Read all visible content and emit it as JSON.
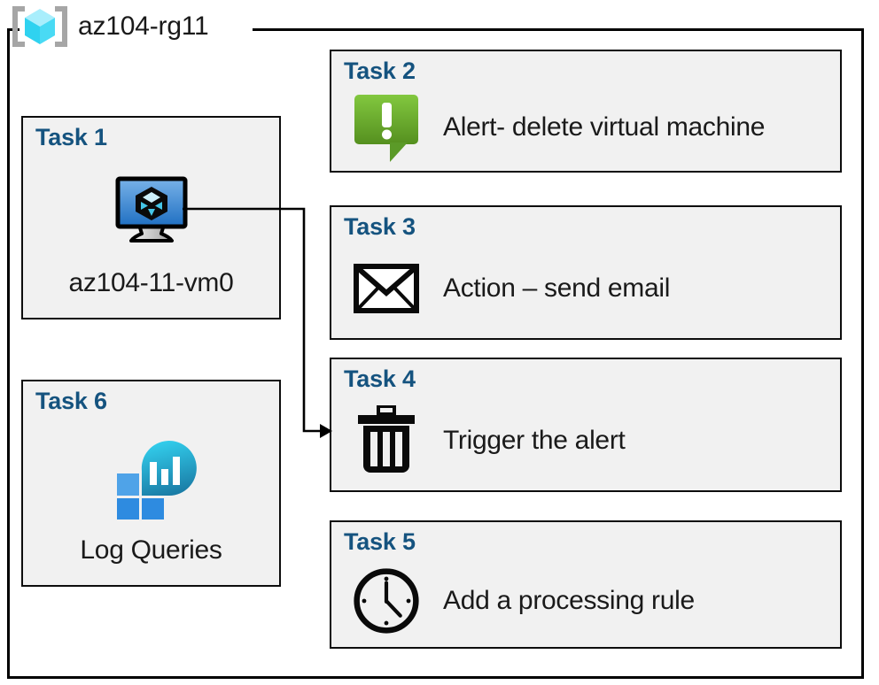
{
  "resource_group": {
    "name": "az104-rg11",
    "icon": "resource-group-cube-icon"
  },
  "colors": {
    "card_fill": "#F1F1F1",
    "card_border": "#0D0D0D",
    "heading_blue": "#15537F",
    "body_text": "#1A1A1A",
    "alert_green_light": "#7DC242",
    "alert_green_dark": "#5B9A28",
    "vm_screen_top": "#6DA9E4",
    "vm_screen_bottom": "#2173C4",
    "monitor_blob_top": "#30CBEA",
    "monitor_blob_bottom": "#1B7CA6",
    "monitor_tile_light": "#4FA3E8",
    "monitor_tile_dark": "#2E8BE0",
    "rg_cube_light": "#9EEBFB",
    "rg_cube_dark": "#2FD2F0",
    "rg_bracket": "#A6A6A6",
    "connector": "#000000"
  },
  "cards": {
    "task1": {
      "heading": "Task 1",
      "caption": "az104-11-vm0",
      "icon": "virtual-machine-icon"
    },
    "task2": {
      "heading": "Task 2",
      "label": "Alert- delete virtual machine",
      "icon": "alert-callout-icon"
    },
    "task3": {
      "heading": "Task 3",
      "label": "Action – send email",
      "icon": "envelope-icon"
    },
    "task4": {
      "heading": "Task 4",
      "label": "Trigger the alert",
      "icon": "trash-can-icon"
    },
    "task5": {
      "heading": "Task 5",
      "label": "Add a processing rule",
      "icon": "clock-icon"
    },
    "task6": {
      "heading": "Task 6",
      "caption": "Log Queries",
      "icon": "azure-monitor-icon"
    }
  },
  "connector": {
    "from": "task1-virtual-machine-icon",
    "to": "task4-card",
    "arrow": "arrowhead-right"
  }
}
